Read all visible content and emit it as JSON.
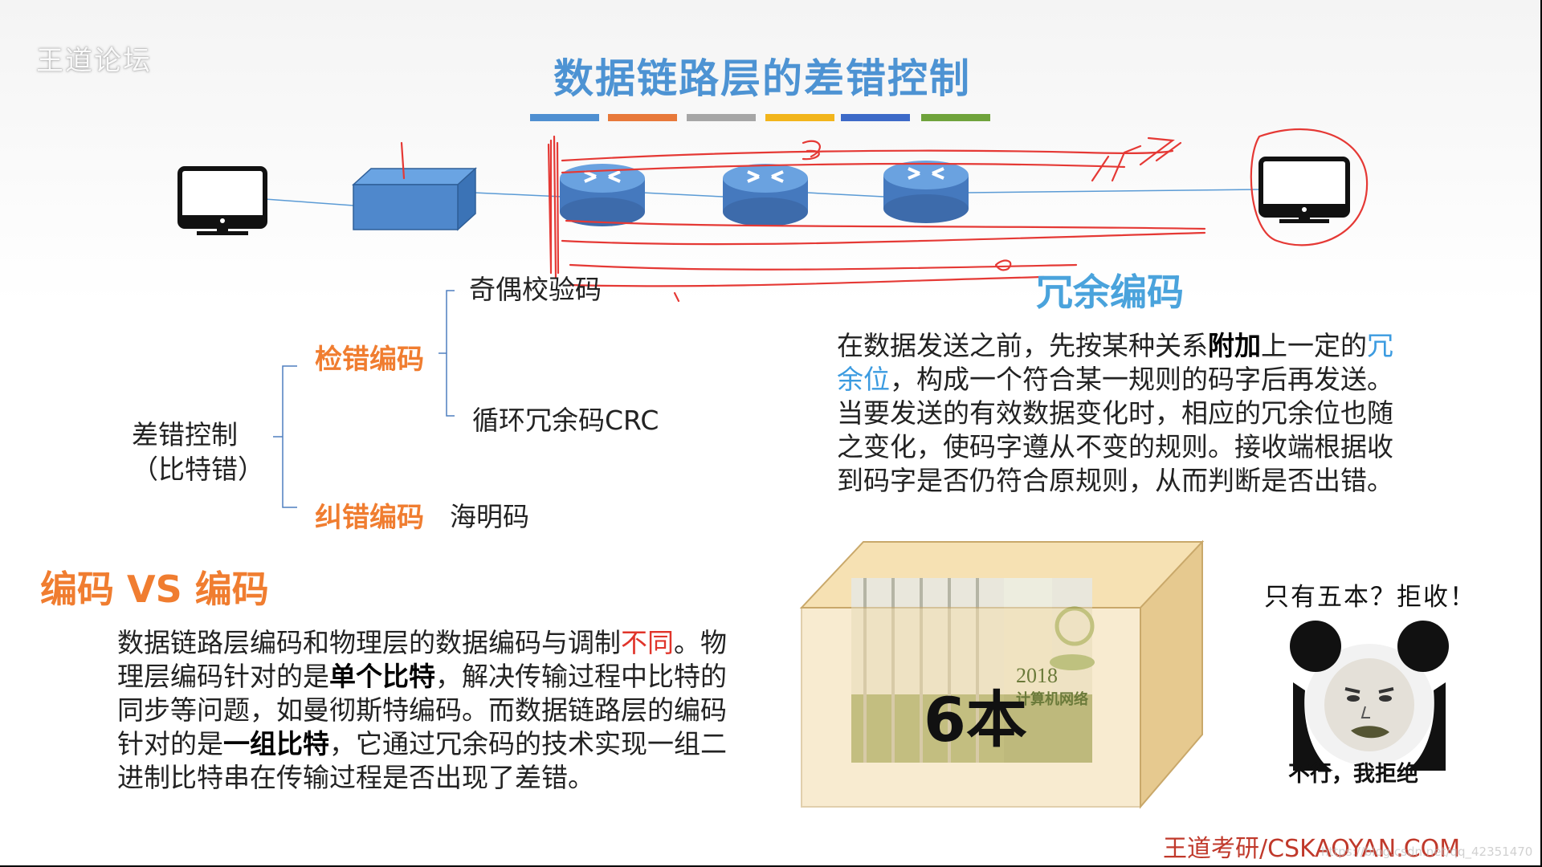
{
  "watermark": {
    "forum": "王道论坛"
  },
  "title": "数据链路层的差错控制",
  "color_bar": [
    "#4f8fd1",
    "#e8793a",
    "#a6a6a6",
    "#f2b51c",
    "#3d6ac8",
    "#6fa33c"
  ],
  "tree": {
    "root_line1": "差错控制",
    "root_line2": "（比特错）",
    "detect": "检错编码",
    "parity": "奇偶校验码",
    "crc": "循环冗余码CRC",
    "correct": "纠错编码",
    "hamming": "海明码"
  },
  "redundant": {
    "title": "冗余编码",
    "p1_a": "在数据发送之前，先按某种关系",
    "p1_bold": "附加",
    "p1_b": "上一定的",
    "p1_blue1": "冗",
    "p2_blue": "余位",
    "p2_rest": "，构成一个符合某一规则的码字后再发送。",
    "p3": "当要发送的有效数据变化时，相应的冗余位也随",
    "p4": "之变化，使码字遵从不变的规则。接收端根据收",
    "p5": "到码字是否仍符合原规则，从而判断是否出错。"
  },
  "vs": {
    "title": "编码 VS 编码",
    "l1_a": "数据链路层编码和物理层的数据编码与调制",
    "l1_red": "不同",
    "l1_b": "。物",
    "l2_a": "理层编码针对的是",
    "l2_bold": "单个比特",
    "l2_b": "，解决传输过程中比特的",
    "l3": "同步等问题，如曼彻斯特编码。而数据链路层的编码",
    "l4_a": "针对的是",
    "l4_bold": "一组比特",
    "l4_b": "，它通过冗余码的技术实现一组二",
    "l5": "进制比特串在传输过程是否出现了差错。"
  },
  "box": {
    "count_label": "6本",
    "book_year": "2018",
    "book_title": "计算机网络"
  },
  "meme": {
    "refuse": "只有五本？拒收！",
    "caption": "不行，我拒绝"
  },
  "footer": "王道考研/CSKAOYAN.COM",
  "corner_watermark": "https://blog.csdn.net/qq_42351470"
}
